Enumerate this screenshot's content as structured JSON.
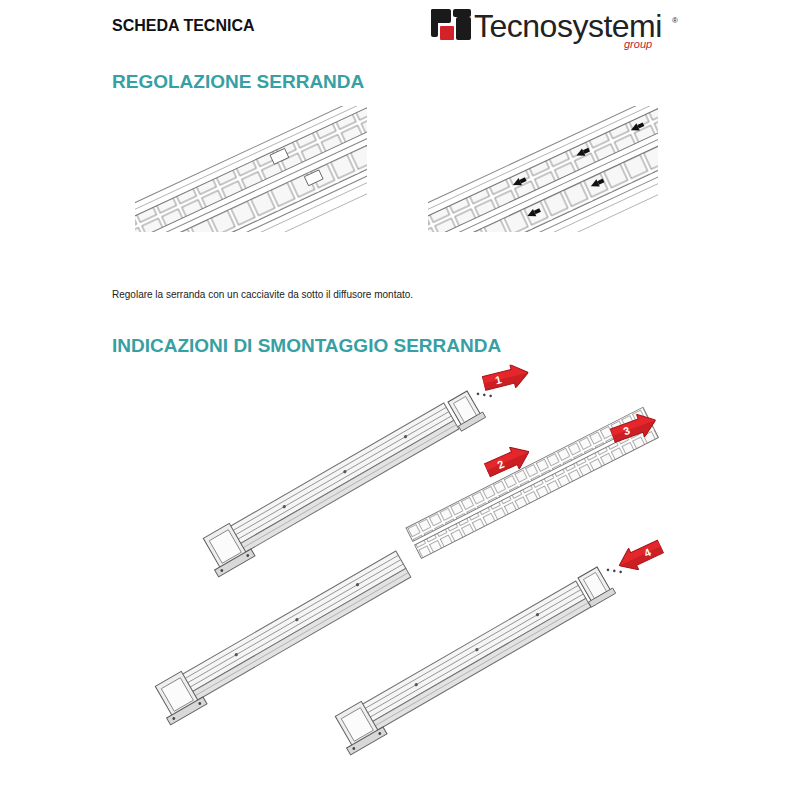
{
  "diagram": {
    "title": "SCHEDA TECNICA",
    "nodes": [
      {
        "text": [
          "1"
        ]
      },
      {
        "text": [
          "2"
        ]
      },
      {
        "text": [
          "3"
        ]
      },
      {
        "text": [
          "4"
        ]
      }
    ],
    "labels": [
      "Tecnosystemi",
      "®",
      "group",
      "REGOLAZIONE SERRANDA",
      "Regolare la serranda con un cacciavite da sotto il diffusore montato.",
      "INDICAZIONI DI SMONTAGGIO SERRANDA"
    ]
  }
}
